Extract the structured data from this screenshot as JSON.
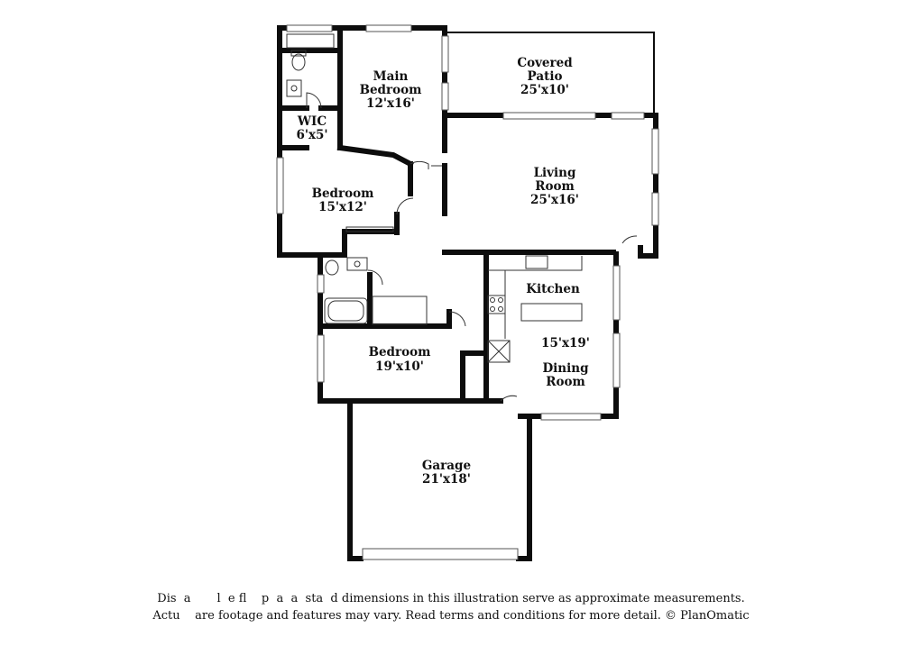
{
  "rooms": {
    "main_bedroom": {
      "name_line1": "Main",
      "name_line2": "Bedroom",
      "size": "12'x16'"
    },
    "covered_patio": {
      "name_line1": "Covered",
      "name_line2": "Patio",
      "size": "25'x10'"
    },
    "wic": {
      "name": "WIC",
      "size": "6'x5'"
    },
    "bedroom_1": {
      "name": "Bedroom",
      "size": "15'x12'"
    },
    "living_room": {
      "name_line1": "Living",
      "name_line2": "Room",
      "size": "25'x16'"
    },
    "kitchen": {
      "name": "Kitchen"
    },
    "kitchen_dining_size": "15'x19'",
    "dining_room": {
      "name_line1": "Dining",
      "name_line2": "Room"
    },
    "bedroom_2": {
      "name": "Bedroom",
      "size": "19'x10'"
    },
    "garage": {
      "name": "Garage",
      "size": "21'x18'"
    }
  },
  "disclaimer": {
    "line1": "Dis  a       l  e fl    p  a  a  sta  d dimensions in this illustration serve as approximate measurements.",
    "line2": "Actu    are footage and features may vary. Read terms and conditions for more detail. © PlanOmatic"
  }
}
